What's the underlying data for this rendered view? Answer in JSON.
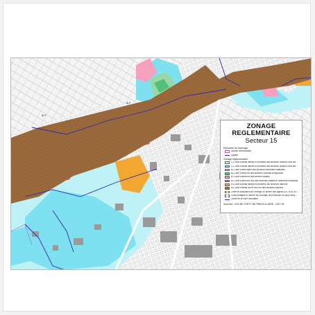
{
  "title": "ZONAGE REGLEMENTAIRE",
  "subtitle": "Secteur 15",
  "road_labels": [
    "A 7",
    "A 7"
  ],
  "legend": {
    "section_reperage": "Eléments de repérage",
    "reperage_items": [
      {
        "label": "Limites communales",
        "kind": "outline",
        "color": "#c050c0"
      },
      {
        "label": "Digues",
        "kind": "line",
        "color": "#2a2ab0"
      }
    ],
    "section_zonage": "Zonage réglementaire",
    "zonage_items": [
      {
        "label": "C1 Zone d'aléas faibles et modérés des secteurs urbains sous aléa faible",
        "color": "#bff2f6"
      },
      {
        "label": "C2 Zone d'aléas faibles et modérés des secteurs urbains sous aléa modéré",
        "color": "#7fe0ef"
      },
      {
        "label": "B1 Zone d'aléa faible des secteurs fortement urbanisés",
        "color": "#9ad7a6"
      },
      {
        "label": "B2 Zone d'aléa fort des secteurs naturels et agricoles",
        "color": "#4fc07a"
      },
      {
        "label": "R1 Zone d'aléa fort des centres urbains",
        "color": "#f6a0c0"
      },
      {
        "label": "R2 Zone d'aléa très fort des secteurs urbains et fortement urbanisés",
        "color": "#ee5a6a"
      },
      {
        "label": "R3 Zone d'aléas faibles et modérés des secteurs naturels",
        "color": "#f3a733"
      },
      {
        "label": "R4 Zone d'aléas fort et très fort des secteurs naturels",
        "color": "#9a6a3c"
      }
    ],
    "other_items": [
      {
        "label": "Zone de dissipation de l'énergie à l'arrière des digues (R1, B1d, B2d, R1d, R2d, R4d)",
        "kind": "dashed",
        "color": "#555555"
      },
      {
        "label": "Zone protégée à l'arrière de l'ouvrage de protection du quai Lamy Rolin (R1, B1d, B2d, R1d)",
        "kind": "dashed",
        "color": "#555555"
      },
      {
        "label": "Limite de la zone inondable",
        "kind": "line",
        "color": "#2a2ab0"
      }
    ],
    "footnote": "Sources : IGN BD TOPO, BD PARCELLAIRE - DDT 69"
  },
  "colors": {
    "brown": "#9a6a3c",
    "cyan": "#7fe0ef",
    "light_cyan": "#bff2f6",
    "orange": "#f3a733",
    "red": "#ee5a6a",
    "pink": "#f6a0c0",
    "green": "#4fc07a",
    "blue_line": "#2a2ab0",
    "building": "#9a9a9a"
  }
}
